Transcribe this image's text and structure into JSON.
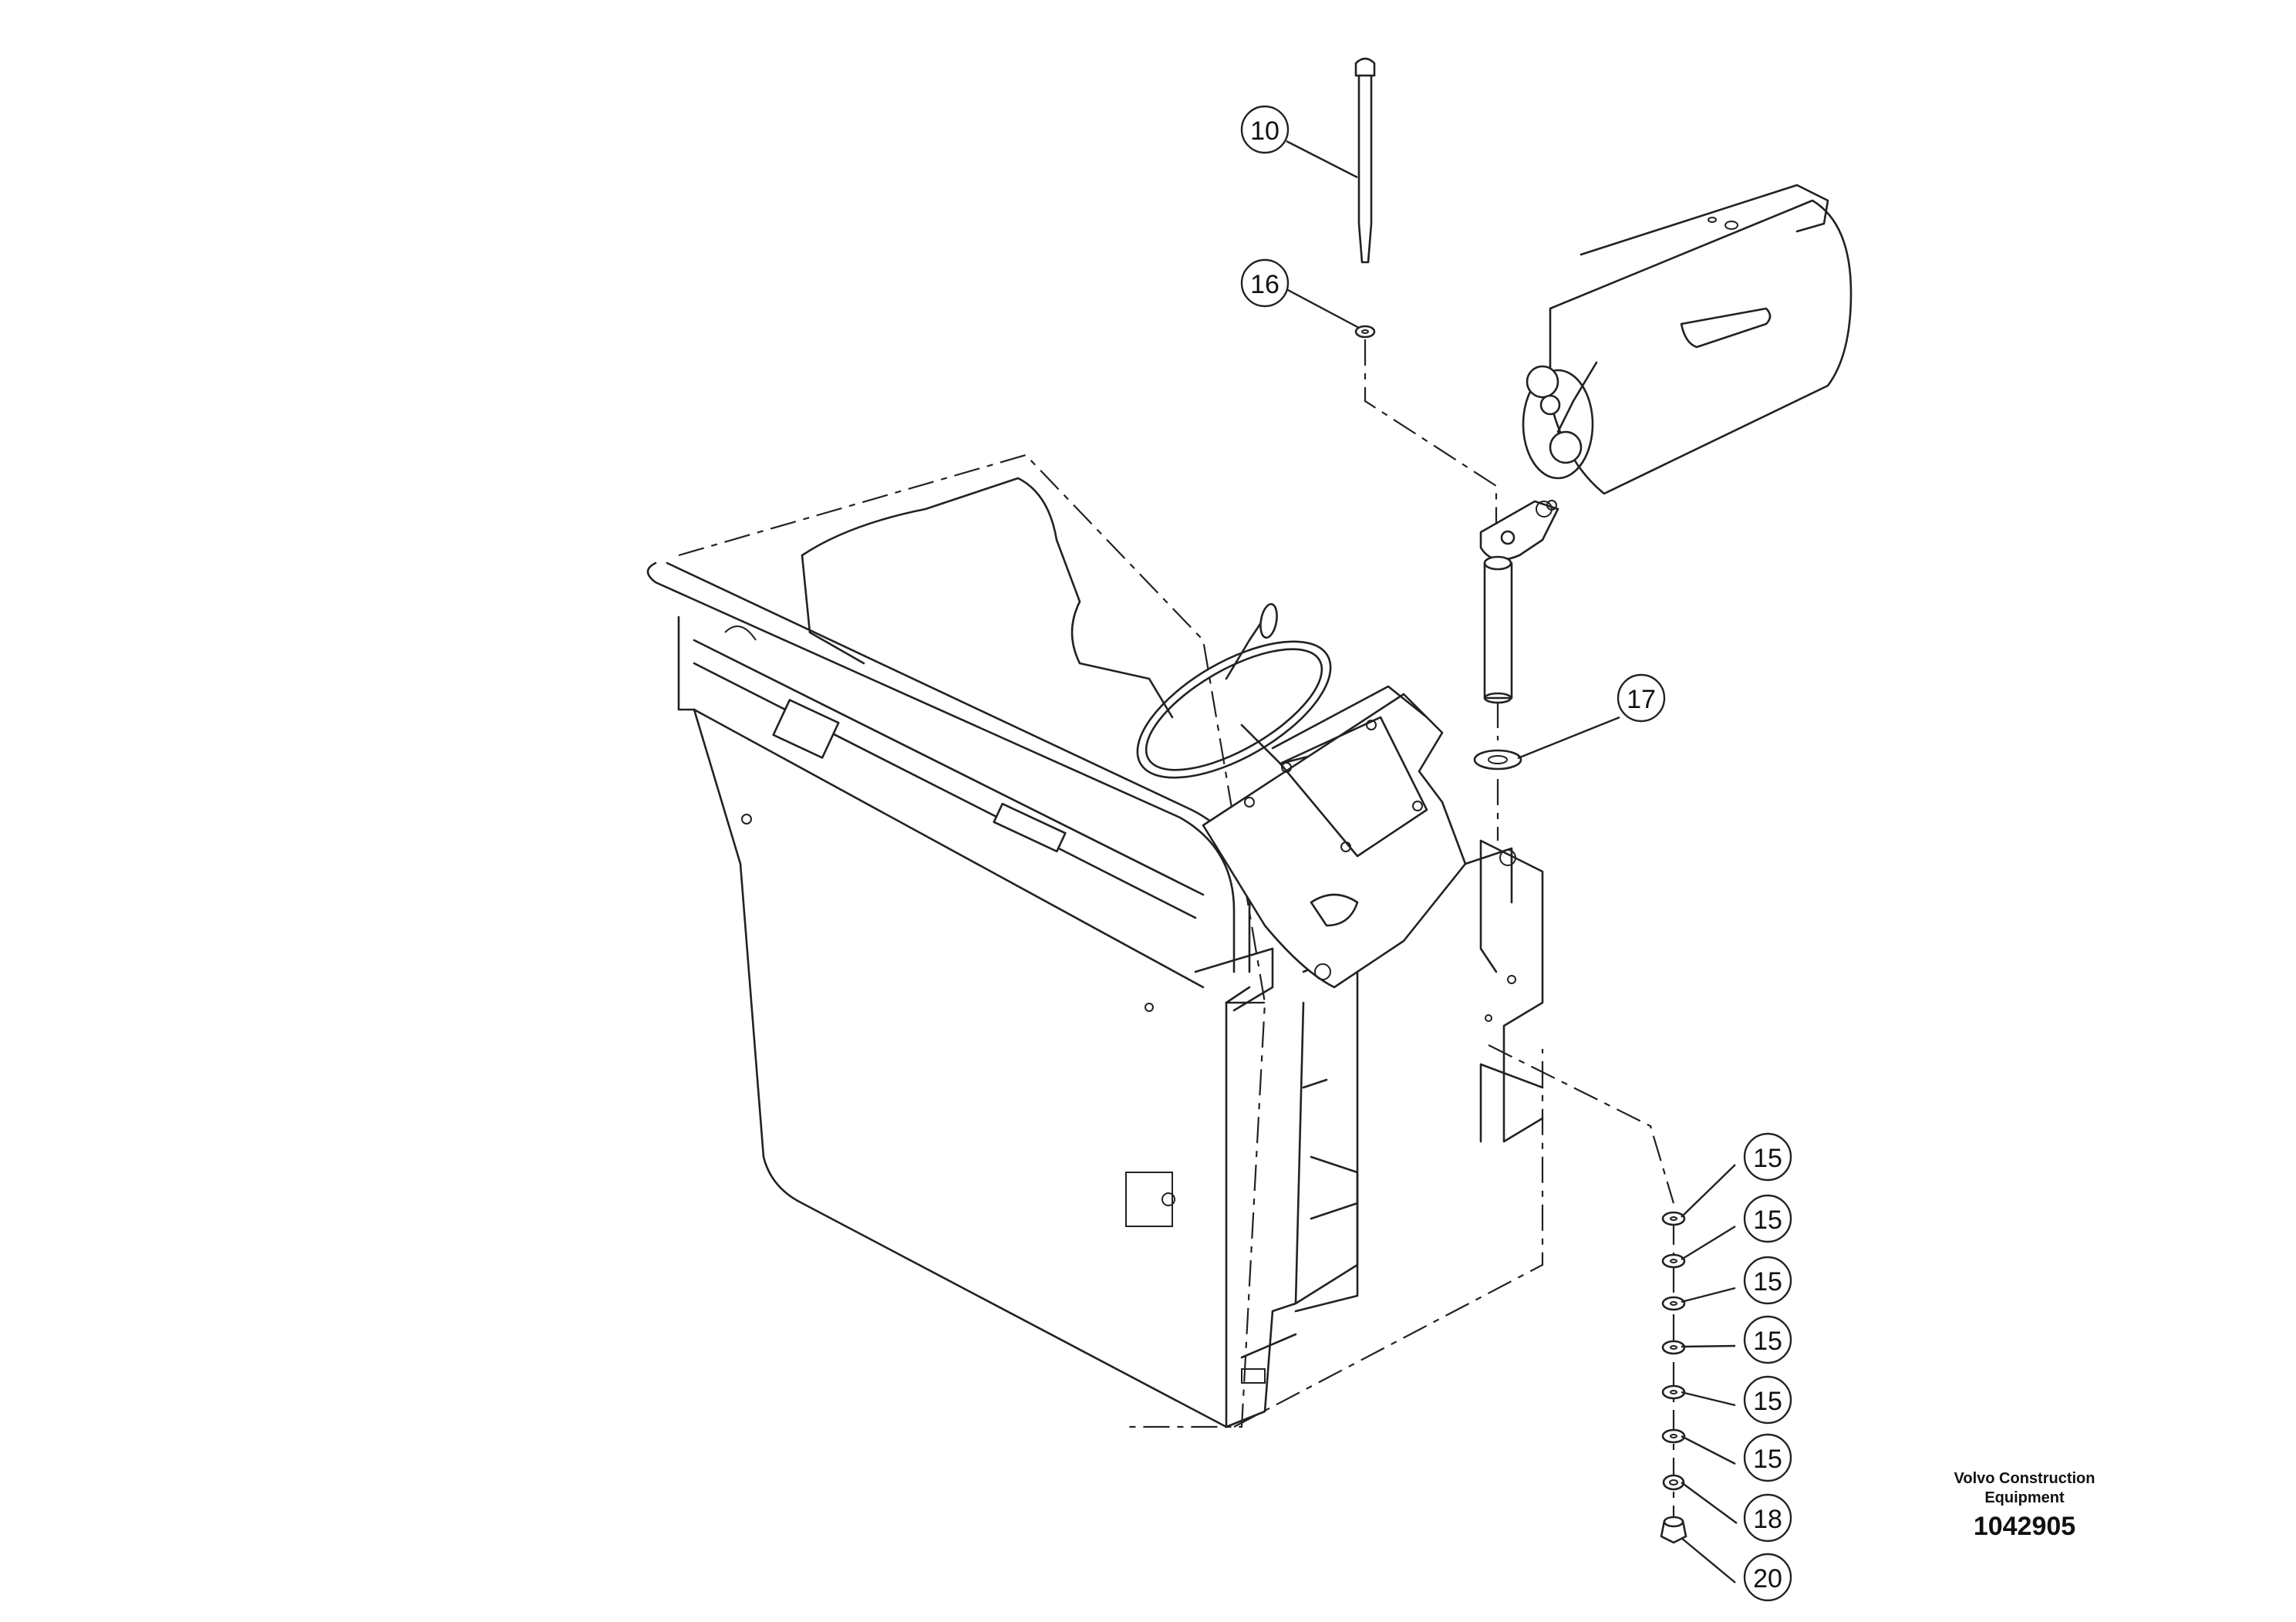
{
  "callouts": [
    {
      "label": "10"
    },
    {
      "label": "16"
    },
    {
      "label": "17"
    },
    {
      "label": "15"
    },
    {
      "label": "15"
    },
    {
      "label": "15"
    },
    {
      "label": "15"
    },
    {
      "label": "15"
    },
    {
      "label": "15"
    },
    {
      "label": "18"
    },
    {
      "label": "20"
    }
  ],
  "brand": {
    "line1": "Volvo Construction",
    "line2": "Equipment"
  },
  "drawing_number": "1042905"
}
